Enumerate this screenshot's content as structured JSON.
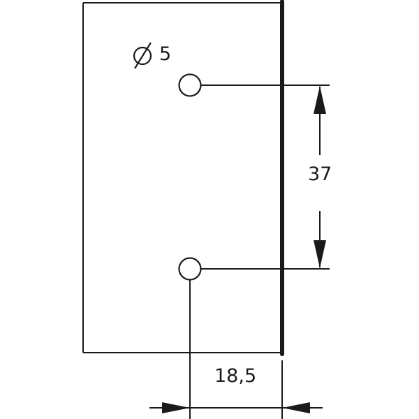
{
  "drawing": {
    "hole_diameter_symbol": "Ø",
    "hole_diameter_value": "5",
    "hole_spacing_label": "37",
    "edge_distance_label": "18,5"
  },
  "colors": {
    "line": "#1a1a1a",
    "background": "#ffffff"
  }
}
